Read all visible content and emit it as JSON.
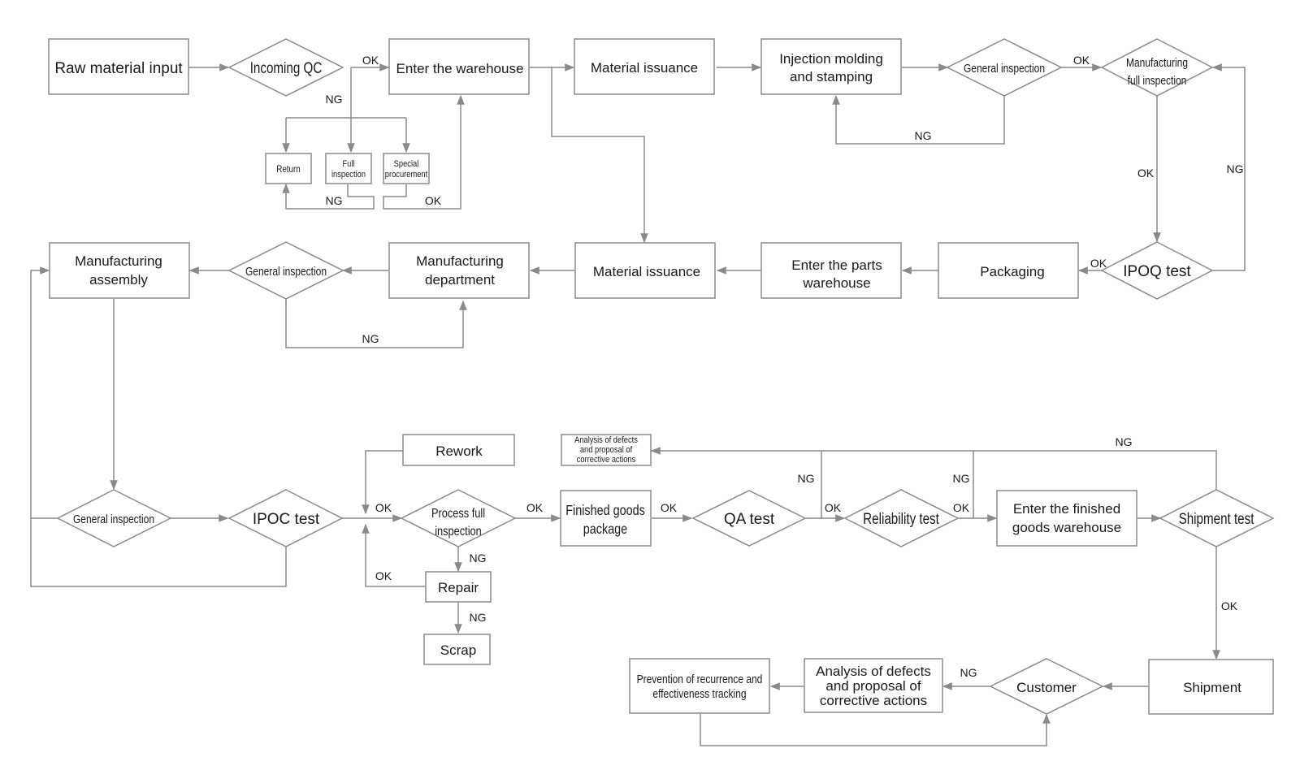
{
  "nodes": {
    "raw_material_input": "Raw material input",
    "incoming_qc": "Incoming QC",
    "enter_warehouse": "Enter the warehouse",
    "material_issuance_1": "Material issuance",
    "injection_molding": [
      "Injection molding",
      "and stamping"
    ],
    "general_inspection_1": "General inspection",
    "manufacturing_full_inspection": [
      "Manufacturing",
      "full inspection"
    ],
    "return": "Return",
    "full_inspection": [
      "Full",
      "inspection"
    ],
    "special_procurement": [
      "Special",
      "procurement"
    ],
    "manufacturing_assembly": [
      "Manufacturing",
      "assembly"
    ],
    "general_inspection_2": "General inspection",
    "manufacturing_department": [
      "Manufacturing",
      "department"
    ],
    "material_issuance_2": "Material issuance",
    "enter_parts_warehouse": [
      "Enter the parts",
      "warehouse"
    ],
    "packaging": "Packaging",
    "ipoq_test": "IPOQ test",
    "general_inspection_3": "General inspection",
    "ipoc_test": "IPOC test",
    "rework": "Rework",
    "process_full_inspection": [
      "Process full",
      "inspection"
    ],
    "repair": "Repair",
    "scrap": "Scrap",
    "finished_goods_package": [
      "Finished goods",
      "package"
    ],
    "qa_test": "QA test",
    "analysis_small": [
      "Analysis of defects",
      "and proposal of",
      "corrective actions"
    ],
    "reliability_test": "Reliability test",
    "enter_finished_goods_warehouse": [
      "Enter the finished",
      "goods warehouse"
    ],
    "shipment_test": "Shipment test",
    "shipment": "Shipment",
    "customer": "Customer",
    "analysis_large": [
      "Analysis of defects",
      "and proposal of",
      "corrective actions"
    ],
    "prevention": [
      "Prevention of recurrence and",
      "effectiveness tracking"
    ]
  },
  "edge_labels": {
    "qc_ok": "OK",
    "qc_ng": "NG",
    "return_ng": "NG",
    "special_ok": "OK",
    "gi1_ok": "OK",
    "gi1_ng": "NG",
    "mfi_ok": "OK",
    "ipoq_ng": "NG",
    "ipoq_ok": "OK",
    "gi2_ng": "NG",
    "ipoc_ok": "OK",
    "pfi_ok": "OK",
    "pfi_ng": "NG",
    "repair_ok": "OK",
    "repair_ng": "NG",
    "fgp_ok": "OK",
    "qa_ng": "NG",
    "qa_ok": "OK",
    "rel_ng": "NG",
    "rel_ok": "OK",
    "ship_test_ng": "NG",
    "ship_test_ok": "OK",
    "customer_ng": "NG"
  }
}
